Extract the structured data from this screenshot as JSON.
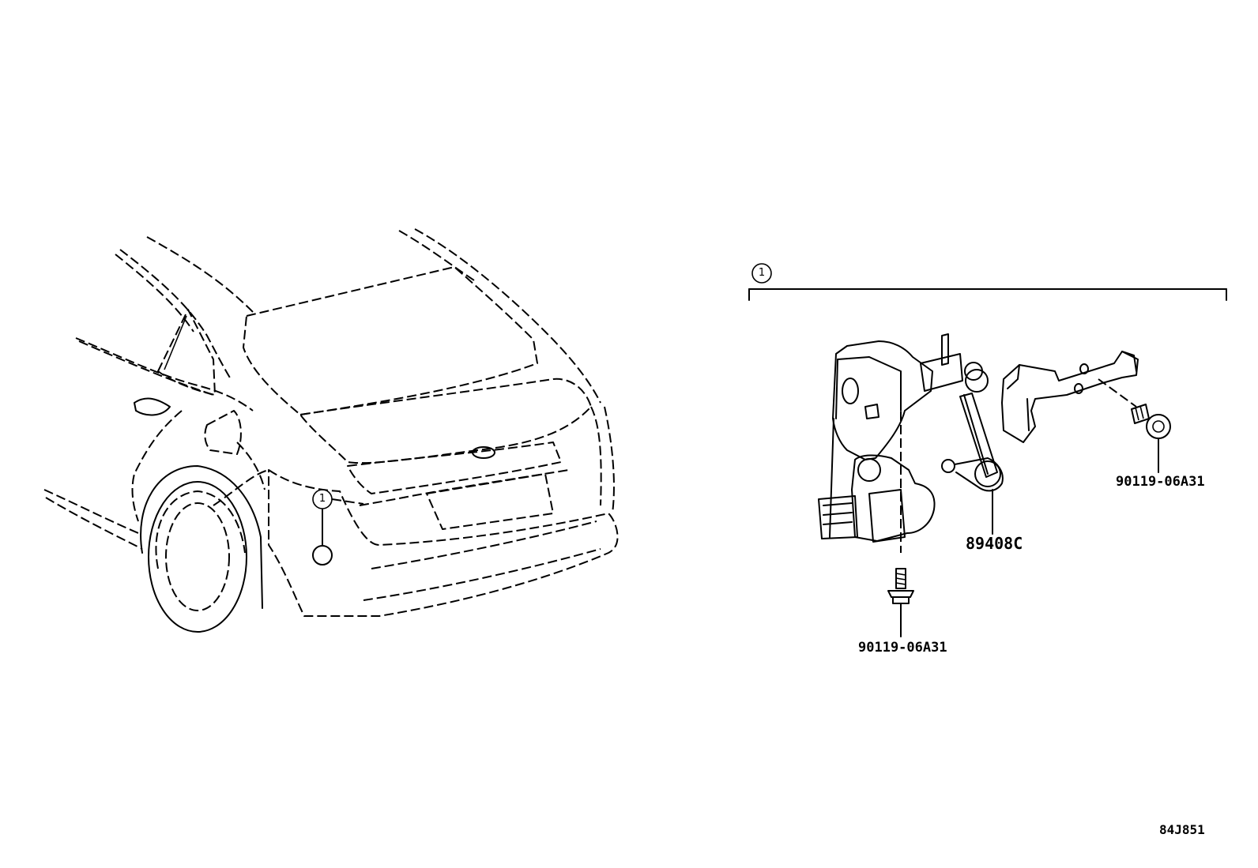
{
  "callouts": {
    "assembly_number": "1",
    "car_marker_number": "1"
  },
  "labels": {
    "bolt_bottom": "90119-06A31",
    "bolt_right": "90119-06A31",
    "sensor_link": "89408C",
    "drawing_id": "84J851"
  }
}
